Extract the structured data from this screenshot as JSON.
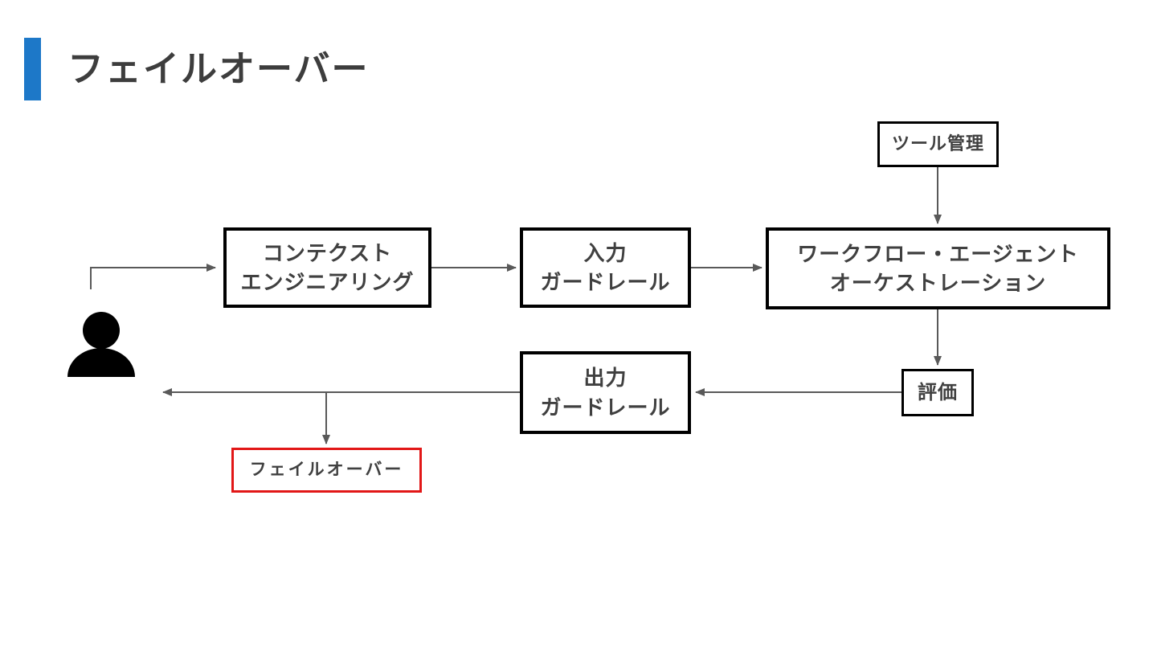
{
  "slide": {
    "title": "フェイルオーバー",
    "colors": {
      "accent": "#1d78c8",
      "title_text": "#3d3d3d",
      "node_text": "#404040",
      "node_border": "#000000",
      "connector": "#595959",
      "highlight_border": "#e21717",
      "background": "#ffffff"
    }
  },
  "diagram": {
    "nodes": {
      "tool_management": {
        "label": "ツール管理"
      },
      "context_engineering": {
        "lines": [
          "コンテクスト",
          "エンジニアリング"
        ]
      },
      "input_guardrail": {
        "lines": [
          "入力",
          "ガードレール"
        ]
      },
      "workflow_agent_orchestration": {
        "lines": [
          "ワークフロー・エージェント",
          "オーケストレーション"
        ]
      },
      "output_guardrail": {
        "lines": [
          "出力",
          "ガードレール"
        ]
      },
      "evaluation": {
        "label": "評価"
      },
      "failover": {
        "label": "フェイルオーバー",
        "highlighted": true
      }
    },
    "icons": {
      "user": "user-silhouette"
    },
    "connections": [
      {
        "from": "user",
        "to": "context_engineering"
      },
      {
        "from": "context_engineering",
        "to": "input_guardrail"
      },
      {
        "from": "input_guardrail",
        "to": "workflow_agent_orchestration"
      },
      {
        "from": "tool_management",
        "to": "workflow_agent_orchestration"
      },
      {
        "from": "workflow_agent_orchestration",
        "to": "evaluation"
      },
      {
        "from": "evaluation",
        "to": "output_guardrail"
      },
      {
        "from": "output_guardrail",
        "to": "user"
      },
      {
        "from": "output_guardrail",
        "to": "failover"
      }
    ]
  }
}
